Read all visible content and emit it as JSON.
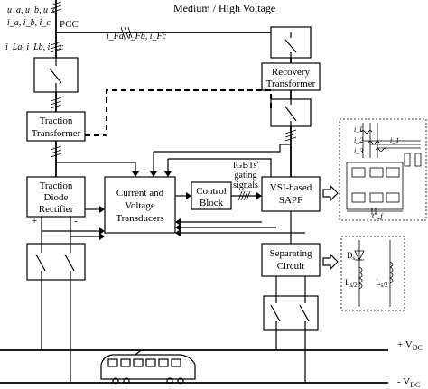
{
  "supply": {
    "title": "Medium / High Voltage",
    "voltages": "u_a, u_b, u_c",
    "currents": "i_a, i_b, i_c",
    "pcc": "PCC",
    "load_currents": "i_La, i_Lb, i_Lc",
    "filter_currents": "i_Fa, i_Fb, i_Fc"
  },
  "blocks": {
    "traction_transformer": [
      "Traction",
      "Transformer"
    ],
    "recovery_transformer": [
      "Recovery",
      "Transformer"
    ],
    "traction_rectifier": [
      "Traction",
      "Diode",
      "Rectifier"
    ],
    "transducers": [
      "Current and",
      "Voltage",
      "Transducers"
    ],
    "control_block": [
      "Control",
      "Block"
    ],
    "igbt_signals": [
      "IGBTs'",
      "gating",
      "signals"
    ],
    "sapf": [
      "VSI-based",
      "SAPF"
    ],
    "separating": [
      "Separating",
      "Circuit"
    ]
  },
  "dc_bus": {
    "plus": "+ V",
    "plus_sub": "DC",
    "minus": "- V",
    "minus_sub": "DC",
    "sign_plus": "+",
    "sign_minus": "-"
  },
  "inset_inverter": {
    "iL": "i_L",
    "i2": "i_2",
    "i3": "i_3",
    "i1": "i_1",
    "cf": "C_f"
  },
  "inset_separator": {
    "d": "D",
    "d_sub": "s",
    "l_left": "L",
    "l_left_sub": "s/2",
    "l_right": "L",
    "l_right_sub": "s/2"
  }
}
